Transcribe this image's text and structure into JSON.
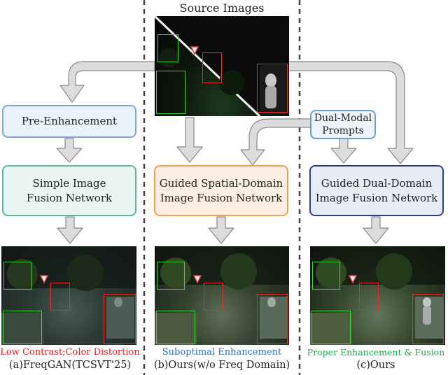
{
  "source_title": "Source Images",
  "boxes": {
    "pre_enhancement": "Pre-Enhancement",
    "simple_fusion": [
      "Simple Image",
      "Fusion Network"
    ],
    "guided_spatial": [
      "Guided Spatial-Domain",
      "Image Fusion Network"
    ],
    "dual_modal": [
      "Dual-Modal",
      "Prompts"
    ],
    "guided_dual": [
      "Guided Dual-Domain",
      "Image Fusion Network"
    ]
  },
  "captions": {
    "a_label": "Low Contrast;Color Distortion",
    "a_method": "(a)FreqGAN(TCSVT'25)",
    "b_label": "Suboptimal Enhancement",
    "b_method": "(b)Ours(w/o Freq Domain)",
    "c_label": "Proper Enhancement & Fusion",
    "c_method": "(c)Ours"
  },
  "colors": {
    "caption_a": "#e02020",
    "caption_b": "#2a6fb5",
    "caption_c": "#1aa84a",
    "arrow_fill": "#dcdcdc",
    "arrow_stroke": "#8a8a8a",
    "divider": "#444444"
  }
}
